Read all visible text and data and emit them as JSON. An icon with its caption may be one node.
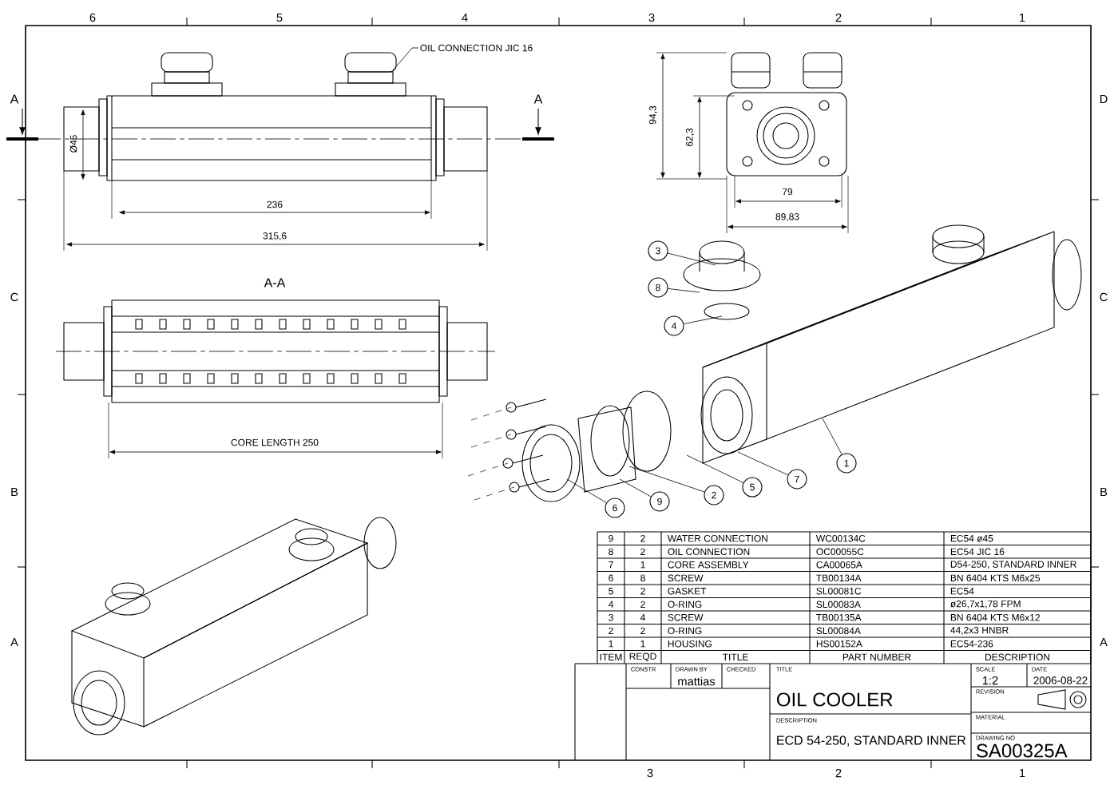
{
  "diagram": {
    "nodes": [
      {
        "text": [
          "OIL CONNECTION JIC 16"
        ]
      },
      {
        "text": [
          "3"
        ]
      },
      {
        "text": [
          "8"
        ]
      },
      {
        "text": [
          "4"
        ]
      },
      {
        "text": [
          "1"
        ]
      },
      {
        "text": [
          "7"
        ]
      },
      {
        "text": [
          "5"
        ]
      },
      {
        "text": [
          "2"
        ]
      },
      {
        "text": [
          "9"
        ]
      },
      {
        "text": [
          "6"
        ]
      }
    ],
    "edges": [
      {
        "from": 0,
        "to": null,
        "arrow": "none"
      },
      {
        "from": 1,
        "to": null,
        "arrow": "none"
      },
      {
        "from": 2,
        "to": null,
        "arrow": "none"
      },
      {
        "from": 3,
        "to": null,
        "arrow": "none"
      },
      {
        "from": 4,
        "to": null,
        "arrow": "none"
      },
      {
        "from": 5,
        "to": null,
        "arrow": "none"
      },
      {
        "from": 6,
        "to": null,
        "arrow": "none"
      },
      {
        "from": 7,
        "to": null,
        "arrow": "none"
      },
      {
        "from": 8,
        "to": null,
        "arrow": "none"
      },
      {
        "from": 9,
        "to": null,
        "arrow": "none"
      }
    ],
    "labels": [
      "6",
      "5",
      "4",
      "3",
      "2",
      "1",
      "C",
      "B",
      "A",
      "D",
      "C",
      "B",
      "A",
      "A",
      "A",
      "Ø45",
      "236",
      "315,6",
      "94,3",
      "62,3",
      "79",
      "89,83",
      "A-A",
      "CORE LENGTH 250",
      "9",
      "2",
      "WATER CONNECTION",
      "WC00134C",
      "EC54 ø45",
      "8",
      "2",
      "OIL CONNECTION",
      "OC00055C",
      "EC54 JIC 16",
      "7",
      "1",
      "CORE ASSEMBLY",
      "CA00065A",
      "D54-250, STANDARD INNER",
      "6",
      "8",
      "SCREW",
      "TB00134A",
      "BN 6404 KTS M6x25",
      "5",
      "2",
      "GASKET",
      "SL00081C",
      "EC54",
      "4",
      "2",
      "O-RING",
      "SL00083A",
      "ø26,7x1,78 FPM",
      "3",
      "4",
      "SCREW",
      "TB00135A",
      "BN 6404 KTS M6x12",
      "2",
      "2",
      "O-RING",
      "SL00084A",
      "44,2x3 HNBR",
      "1",
      "1",
      "HOUSING",
      "HS00152A",
      "EC54-236",
      "ITEM",
      "REQD",
      "TITLE",
      "PART NUMBER",
      "DESCRIPTION",
      "CONSTR",
      "DRAWN BY",
      "mattias",
      "CHECKED",
      "TITLE",
      "OIL COOLER",
      "SCALE",
      "1:2",
      "DATE",
      "2006-08-22",
      "REVISION",
      "DESCRIPTION",
      "ECD 54-250, STANDARD INNER",
      "MATERIAL",
      "DRAWING NO",
      "SA00325A",
      "3",
      "2",
      "1"
    ]
  }
}
